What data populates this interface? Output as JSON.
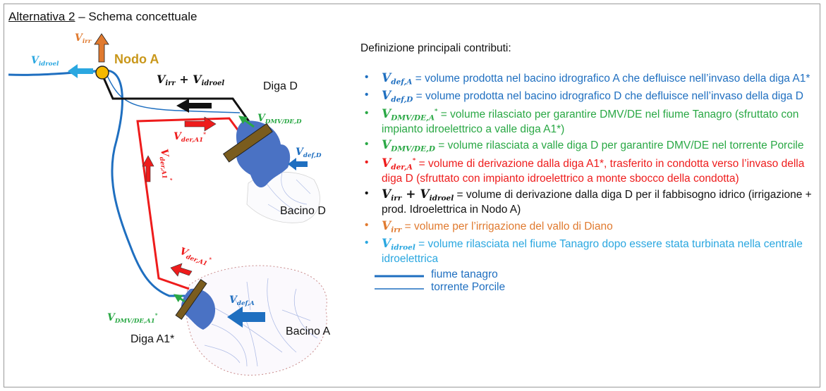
{
  "title": {
    "underlined": "Alternativa 2",
    "rest": " – Schema concettuale"
  },
  "colors": {
    "blue": "#1f6fc0",
    "light_blue": "#2aa7e0",
    "green": "#2aa845",
    "red": "#ee1c1c",
    "orange": "#e07a2f",
    "black": "#111111",
    "node": "#f5b800",
    "dam": "#7a5c1e",
    "lake": "#4a72c4"
  },
  "diagram": {
    "node_label": "Nodo A",
    "diga_d": "Diga D",
    "diga_a1": "Diga A1*",
    "bacino_d": "Bacino D",
    "bacino_a": "Bacino A",
    "v_irr": {
      "base": "V",
      "sub": "irr"
    },
    "v_idroel": {
      "base": "V",
      "sub": "idroel"
    },
    "v_irr_idroel": {
      "base1": "V",
      "sub1": "irr",
      "op": " + ",
      "base2": "V",
      "sub2": "idroel"
    },
    "v_dmv_de_d": {
      "base": "V",
      "sub": "DMV/DE,D"
    },
    "v_der_a1_top": {
      "base": "V",
      "sub": "der,A1",
      "sup": "*"
    },
    "v_der_a1_left": {
      "base": "V",
      "sub": "der,A1",
      "sup": "*"
    },
    "v_der_a1_bottom": {
      "base": "V",
      "sub": "der,A1",
      "sup": "*"
    },
    "v_def_d": {
      "base": "V",
      "sub": "def,D"
    },
    "v_def_a": {
      "base": "V",
      "sub": "def,A"
    },
    "v_dmv_de_a1": {
      "base": "V",
      "sub": "DMV/DE,A1",
      "sup": "*"
    }
  },
  "legend": {
    "heading": "Definizione principali contributi:",
    "bullet": "•",
    "items": [
      {
        "color": "#1f6fc0",
        "base": "V",
        "sub": "def,A",
        "sup": "",
        "text": " = volume prodotta nel bacino idrografico A che defluisce nell’invaso della diga A1*"
      },
      {
        "color": "#1f6fc0",
        "base": "V",
        "sub": "def,D",
        "sup": "",
        "text": " = volume prodotta nel bacino idrografico D che defluisce nell’invaso della diga D"
      },
      {
        "color": "#2aa845",
        "base": "V",
        "sub": "DMV/DE,A",
        "sup": "*",
        "text": " = volume rilasciato per garantire DMV/DE nel fiume Tanagro (sfruttato con impianto idroelettrico a valle diga A1*)"
      },
      {
        "color": "#2aa845",
        "base": "V",
        "sub": "DMV/DE,D",
        "sup": "",
        "text": " = volume rilasciata a valle diga D per garantire DMV/DE nel torrente Porcile"
      },
      {
        "color": "#ee1c1c",
        "base": "V",
        "sub": "der,A",
        "sup": "*",
        "text": " = volume di derivazione dalla diga A1*, trasferito in condotta verso l’invaso della diga D (sfruttato con impianto idroelettrico a monte sbocco della condotta)"
      },
      {
        "color": "#111111",
        "base": "V",
        "sub": "irr",
        "sup": "",
        "plus": " + ",
        "base2": "V",
        "sub2": "idroel",
        "text": " = volume di derivazione dalla diga D per il fabbisogno idrico (irrigazione + prod. Idroelettrica in Nodo A)"
      },
      {
        "color": "#e07a2f",
        "base": "V",
        "sub": "irr",
        "sup": "",
        "text": " = volume per l’irrigazione del vallo di Diano"
      },
      {
        "color": "#2aa7e0",
        "base": "V",
        "sub": "idroel",
        "sup": "",
        "text": " = volume rilasciata nel fiume Tanagro dopo essere stata turbinata nella centrale idroelettrica"
      }
    ],
    "rivers": [
      {
        "label": "fiume tanagro",
        "color": "#1f6fc0",
        "width": 3
      },
      {
        "label": "torrente Porcile",
        "color": "#1f6fc0",
        "width": 1.5
      }
    ]
  }
}
